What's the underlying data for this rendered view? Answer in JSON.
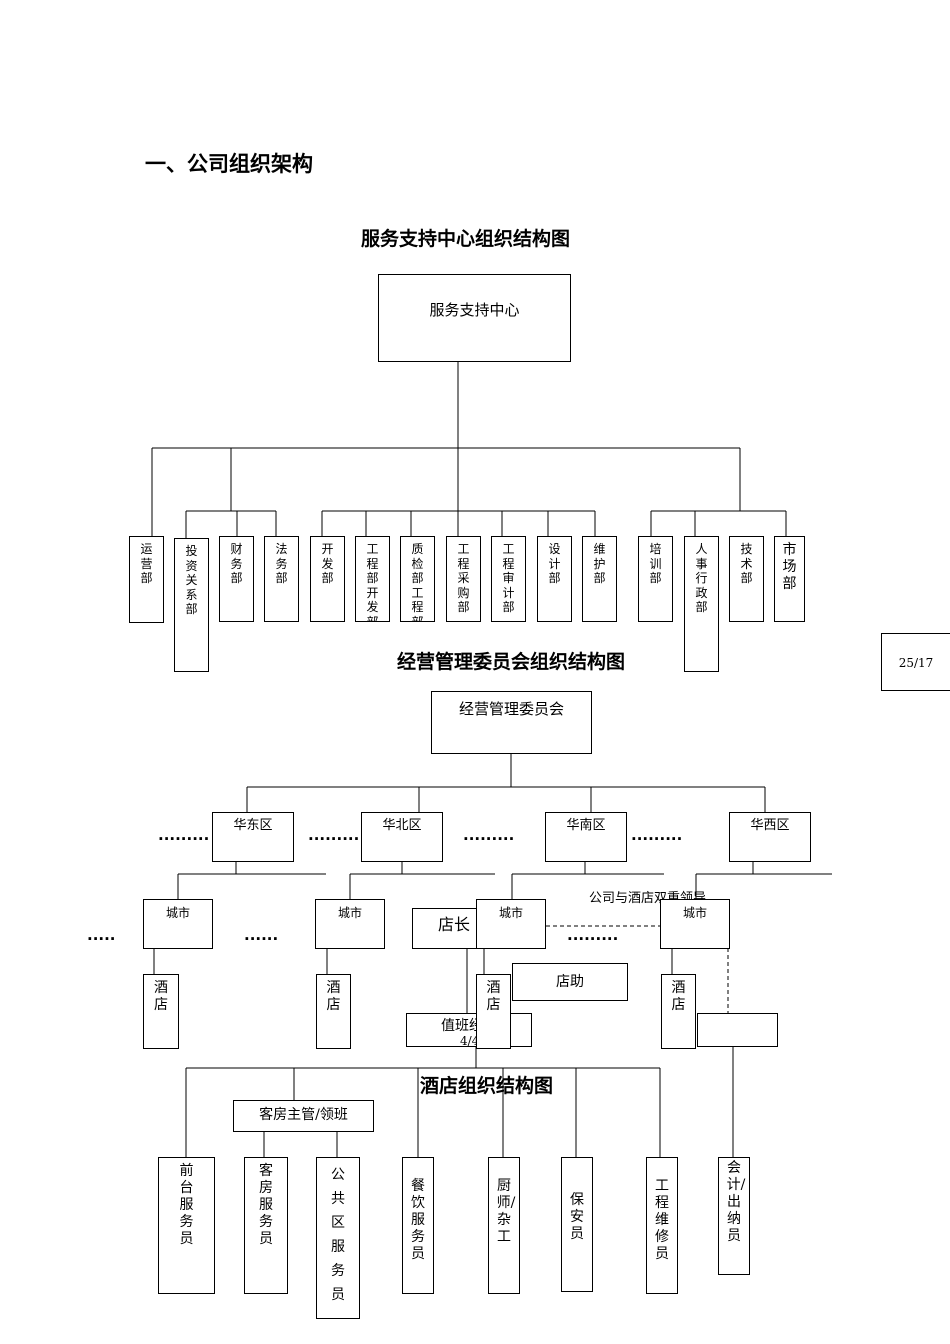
{
  "section_title": "一、公司组织架构",
  "chart_titles": {
    "service": "服务支持中心组织结构图",
    "operations": "经营管理委员会组织结构图",
    "hotel": "酒店组织结构图"
  },
  "service_root": "服务支持中心",
  "service_departments": {
    "yunying": "运营部",
    "touzi": "投资关系部",
    "caiwu": "财务部",
    "fawu": "法务部",
    "kaifa": "开发部",
    "gongcheng_kaifa": "工程部开发部",
    "zhijian": "质检部工程部",
    "caigou": "工程采购部",
    "shenji": "工程审计部",
    "sheji": "设计部",
    "weihu": "维护部",
    "peixun": "培训部",
    "renshi": "人事行政部",
    "jishu": "技术部",
    "shichang": "市场部"
  },
  "page_number": "25/17",
  "operations_root": "经营管理委员会",
  "regions": [
    "华东区",
    "华北区",
    "华南区",
    "华西区"
  ],
  "city_label": "城市",
  "hotel_label": "酒店",
  "dots_long": ".........",
  "dots_short": ".....",
  "dots_mid": "......",
  "dual_leadership_note": "公司与酒店双重领导",
  "store_manager": "店长",
  "store_assistant": "店助",
  "shift_manager": "值班经理",
  "shift_fraction": "4/4",
  "hotel_staff": {
    "front_desk": "前台服务员",
    "room_supervisor": "客房主管/领班",
    "room_attendant": "客房服务员",
    "public_area": "公共区服务员",
    "dining": "餐饮服务员",
    "chef": "厨师/杂工",
    "security": "保安员",
    "maintenance": "工程维修员",
    "accounting": "会计/出纳员"
  }
}
